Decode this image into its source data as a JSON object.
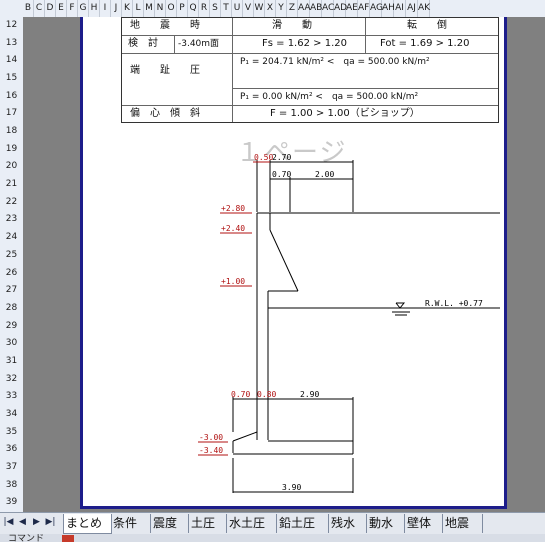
{
  "columns": [
    "B",
    "C",
    "D",
    "E",
    "F",
    "G",
    "H",
    "I",
    "J",
    "K",
    "L",
    "M",
    "N",
    "O",
    "P",
    "Q",
    "R",
    "S",
    "T",
    "U",
    "V",
    "W",
    "X",
    "Y",
    "Z",
    "AA",
    "AB",
    "AC",
    "AD",
    "AE",
    "AF",
    "AG",
    "AH",
    "AI",
    "AJ",
    "AK"
  ],
  "rows": [
    "12",
    "13",
    "14",
    "15",
    "16",
    "17",
    "18",
    "19",
    "20",
    "21",
    "22",
    "23",
    "24",
    "25",
    "26",
    "27",
    "28",
    "29",
    "30",
    "31",
    "32",
    "33",
    "34",
    "35",
    "36",
    "37",
    "38",
    "39"
  ],
  "table": {
    "r1": {
      "label": "地　　震　　時",
      "c1": "滑　　動",
      "c2": "転　　倒"
    },
    "r2": {
      "label_a": "検　討",
      "label_b": "-3.40m面",
      "c1": "Fs = 1.62 > 1.20",
      "c2": "Fot = 1.69 > 1.20"
    },
    "r3": {
      "label": "端　　趾　　圧",
      "c1": "P₁ = 204.71 kN/m² <　qa = 500.00 kN/m²"
    },
    "r4": {
      "c1": "P₁ =  0.00 kN/m² <　qa = 500.00 kN/m²"
    },
    "r5": {
      "label": "偏　心　傾　斜",
      "c1": "F = 1.00 > 1.00（ビショップ）"
    }
  },
  "page_label": "１ページ",
  "drawing": {
    "dims": {
      "d050": "0.50",
      "d270": "2.70",
      "d070": "0.70",
      "d200": "2.00",
      "d070b": "0.70",
      "d080": "0.80",
      "d290": "2.90",
      "d390": "3.90"
    },
    "levels": {
      "l280": "+2.80",
      "l240": "+2.40",
      "l100": "+1.00",
      "lm300": "-3.00",
      "lm340": "-3.40"
    },
    "water": "R.W.L. +0.77"
  },
  "tabs": [
    "まとめ",
    "条件",
    "震度",
    "土圧",
    "水土圧",
    "鉛土圧",
    "残水",
    "動水",
    "壁体",
    "地震"
  ],
  "active_tab": 0,
  "status": "コマンド",
  "colors": {
    "accent": "#1d1d8a",
    "dim_red": "#b01010"
  }
}
